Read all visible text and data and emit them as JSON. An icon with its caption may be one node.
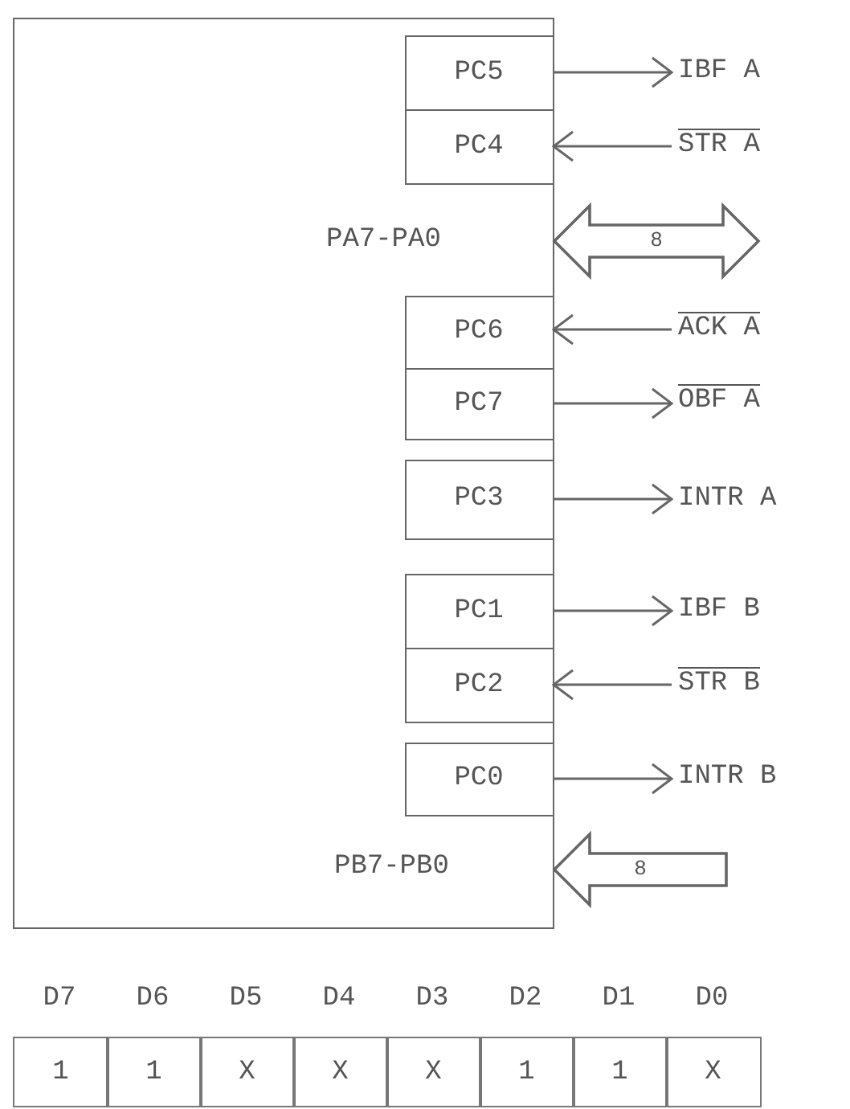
{
  "diagram": {
    "nodes": [
      {
        "text": [],
        "shape": "box"
      },
      {
        "text": [
          "PC5"
        ],
        "in": 0
      },
      {
        "text": [
          "IBF A"
        ]
      },
      {
        "text": [
          "PC4"
        ],
        "in": 0
      },
      {
        "text": [
          "STR A"
        ]
      },
      {
        "text": [
          "PC6"
        ],
        "in": 0
      },
      {
        "text": [
          "ACK A"
        ]
      },
      {
        "text": [
          "PC7"
        ],
        "in": 0
      },
      {
        "text": [
          "OBF A"
        ]
      },
      {
        "text": [
          "PC3"
        ],
        "in": 0
      },
      {
        "text": [
          "INTR A"
        ]
      },
      {
        "text": [
          "PC1"
        ],
        "in": 0
      },
      {
        "text": [
          "IBF B"
        ]
      },
      {
        "text": [
          "PC2"
        ],
        "in": 0
      },
      {
        "text": [
          "STR B"
        ]
      },
      {
        "text": [
          "PC0"
        ],
        "in": 0
      },
      {
        "text": [
          "INTR B"
        ]
      }
    ],
    "edges": [
      {
        "from": 1,
        "to": 2,
        "arrow": "to"
      },
      {
        "from": 4,
        "to": 3,
        "arrow": "to"
      },
      {
        "from": 0,
        "to": null,
        "arrow": "both",
        "label": "8",
        "style": "thick"
      },
      {
        "from": 6,
        "to": 5,
        "arrow": "to"
      },
      {
        "from": 7,
        "to": 8,
        "arrow": "to"
      },
      {
        "from": 9,
        "to": 10,
        "arrow": "to"
      },
      {
        "from": 11,
        "to": 12,
        "arrow": "to"
      },
      {
        "from": 14,
        "to": 13,
        "arrow": "to"
      },
      {
        "from": 15,
        "to": 16,
        "arrow": "to"
      },
      {
        "from": null,
        "to": 0,
        "arrow": "to",
        "label": "8",
        "style": "thick"
      }
    ],
    "labels": [
      "PA7-PA0",
      "PB7-PB0",
      "D7",
      "D6",
      "D5",
      "D4",
      "D3",
      "D2",
      "D1",
      "D0",
      "1",
      "1",
      "X",
      "X",
      "X",
      "1",
      "1",
      "X"
    ]
  }
}
